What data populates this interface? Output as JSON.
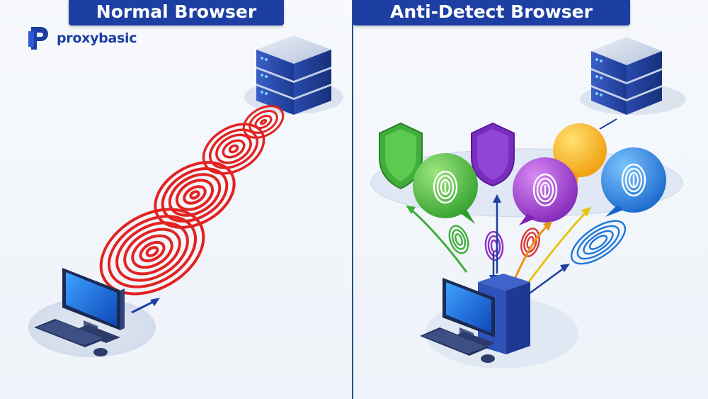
{
  "panels": {
    "normal": {
      "title": "Normal Browser"
    },
    "anti_detect": {
      "title": "Anti-Detect Browser"
    }
  },
  "brand": {
    "name": "proxybasic"
  },
  "colors": {
    "banner": "#1d3fa3",
    "fingerprint_red": "#e32222",
    "bubble_green": "#3fb53a",
    "bubble_purple": "#8e2fc2",
    "bubble_orange": "#f2a20f",
    "bubble_blue": "#1d77d8",
    "shield_green": "#3fae3a",
    "shield_purple": "#7a2cbf"
  },
  "icons": [
    "server-icon",
    "desktop-computer-icon",
    "fingerprint-icon",
    "shield-icon",
    "speech-bubble-icon",
    "arrow-icon"
  ]
}
